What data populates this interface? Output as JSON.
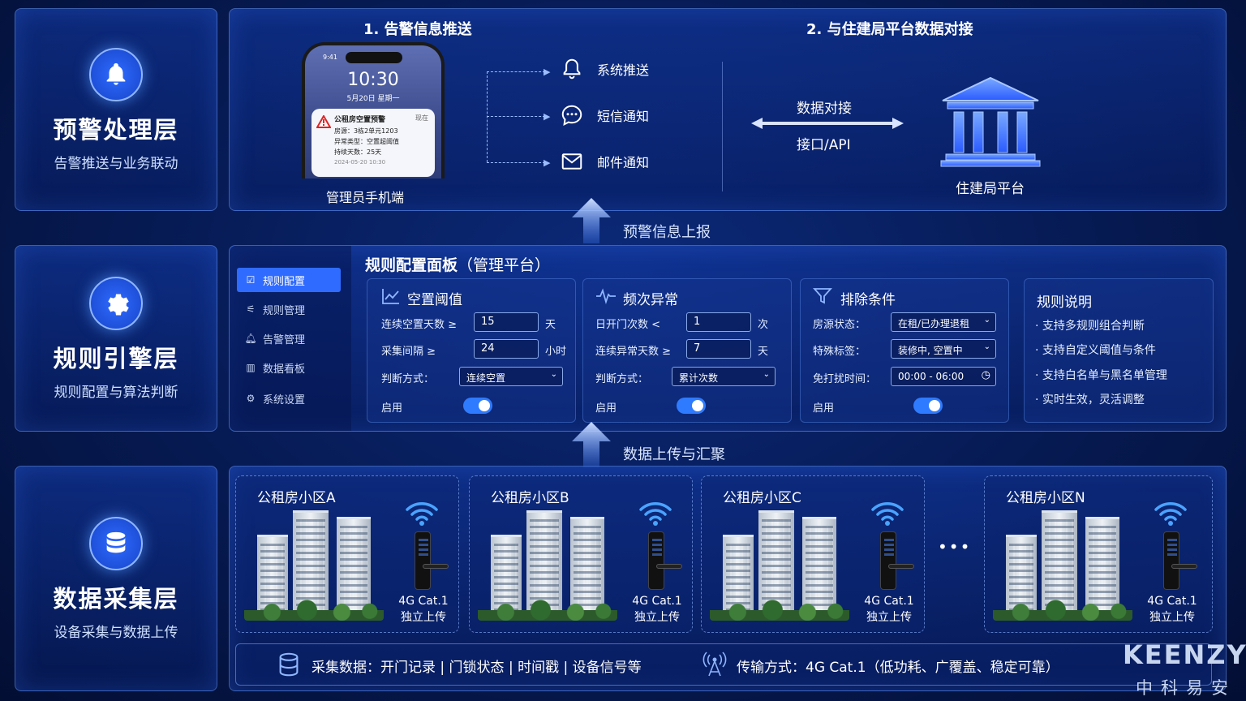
{
  "layers": [
    {
      "title": "预警处理层",
      "subtitle": "告警推送与业务联动",
      "icon": "bell-icon"
    },
    {
      "title": "规则引擎层",
      "subtitle": "规则配置与算法判断",
      "icon": "gear-icon"
    },
    {
      "title": "数据采集层",
      "subtitle": "设备采集与数据上传",
      "icon": "database-icon"
    }
  ],
  "alert": {
    "section1_title": "1. 告警信息推送",
    "section2_title": "2. 与住建局平台数据对接",
    "phone": {
      "carrier": "9:41",
      "time": "10:30",
      "date": "5月20日 星期一",
      "caption": "管理员手机端",
      "notification": {
        "title": "公租房空置预警",
        "when": "现在",
        "lines": [
          "房源：3栋2单元1203",
          "异常类型：空置超阈值",
          "持续天数：25天"
        ],
        "timestamp": "2024-05-20 10:30"
      }
    },
    "channels": [
      "系统推送",
      "短信通知",
      "邮件通知"
    ],
    "link_top": "数据对接",
    "link_bottom": "接口/API",
    "gov_label": "住建局平台"
  },
  "arrow1_label": "预警信息上报",
  "arrow2_label": "数据上传与汇聚",
  "rules": {
    "panel_title": "规则配置面板",
    "panel_title_suffix": "（管理平台）",
    "menu": [
      "规则配置",
      "规则管理",
      "告警管理",
      "数据看板",
      "系统设置"
    ],
    "vacancy": {
      "title": "空置阈值",
      "r1_label": "连续空置天数 ≥",
      "r1_value": "15",
      "r1_unit": "天",
      "r2_label": "采集间隔 ≥",
      "r2_value": "24",
      "r2_unit": "小时",
      "r3_label": "判断方式：",
      "r3_value": "连续空置",
      "enable": "启用"
    },
    "frequency": {
      "title": "频次异常",
      "r1_label": "日开门次数 <",
      "r1_value": "1",
      "r1_unit": "次",
      "r2_label": "连续异常天数 ≥",
      "r2_value": "7",
      "r2_unit": "天",
      "r3_label": "判断方式：",
      "r3_value": "累计次数",
      "enable": "启用"
    },
    "exclude": {
      "title": "排除条件",
      "r1_label": "房源状态：",
      "r1_value": "在租/已办理退租",
      "r2_label": "特殊标签：",
      "r2_value": "装修中, 空置中",
      "r3_label": "免打扰时间：",
      "r3_value": "00:00 - 06:00",
      "enable": "启用"
    },
    "notes": {
      "title": "规则说明",
      "items": [
        "支持多规则组合判断",
        "支持自定义阈值与条件",
        "支持白名单与黑名单管理",
        "实时生效，灵活调整"
      ]
    }
  },
  "zones": [
    {
      "name": "公租房小区A",
      "net": "4G Cat.1",
      "upload": "独立上传"
    },
    {
      "name": "公租房小区B",
      "net": "4G Cat.1",
      "upload": "独立上传"
    },
    {
      "name": "公租房小区C",
      "net": "4G Cat.1",
      "upload": "独立上传"
    },
    {
      "name": "公租房小区N",
      "net": "4G Cat.1",
      "upload": "独立上传"
    }
  ],
  "ellipsis": "•••",
  "footer": {
    "collect": "采集数据：开门记录 | 门锁状态 | 时间戳 | 设备信号等",
    "transfer": "传输方式：4G Cat.1（低功耗、广覆盖、稳定可靠）"
  },
  "brand": {
    "en": "KEENZY",
    "cn": "中科易安"
  },
  "colors": {
    "accent": "#2f7bff",
    "bg": "#061a52"
  }
}
